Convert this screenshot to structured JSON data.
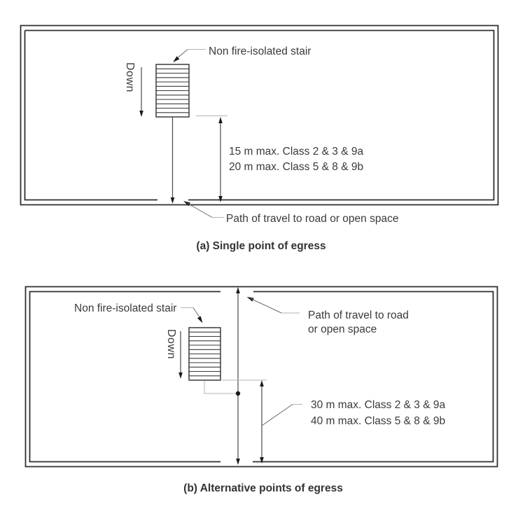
{
  "meta": {
    "background": "#ffffff",
    "wall_color": "#2f2f2f",
    "dimension_color": "#4a4a4a",
    "leader_color": "#b3b3b3",
    "text_color": "#3a3a3a"
  },
  "diagram_a": {
    "caption": "(a) Single point of egress",
    "stair_label": "Non fire-isolated stair",
    "down_label": "Down",
    "distance_line_1": "15 m max. Class 2 & 3 & 9a",
    "distance_line_2": "20 m max. Class 5 & 8 & 9b",
    "path_label": "Path of travel to road or open space"
  },
  "diagram_b": {
    "caption": "(b) Alternative points of egress",
    "stair_label": "Non fire-isolated stair",
    "down_label": "Down",
    "distance_line_1": "30 m max. Class 2 & 3 & 9a",
    "distance_line_2": "40 m max. Class 5 & 8 & 9b",
    "path_label_line_1": "Path of travel to road",
    "path_label_line_2": "or open space"
  }
}
